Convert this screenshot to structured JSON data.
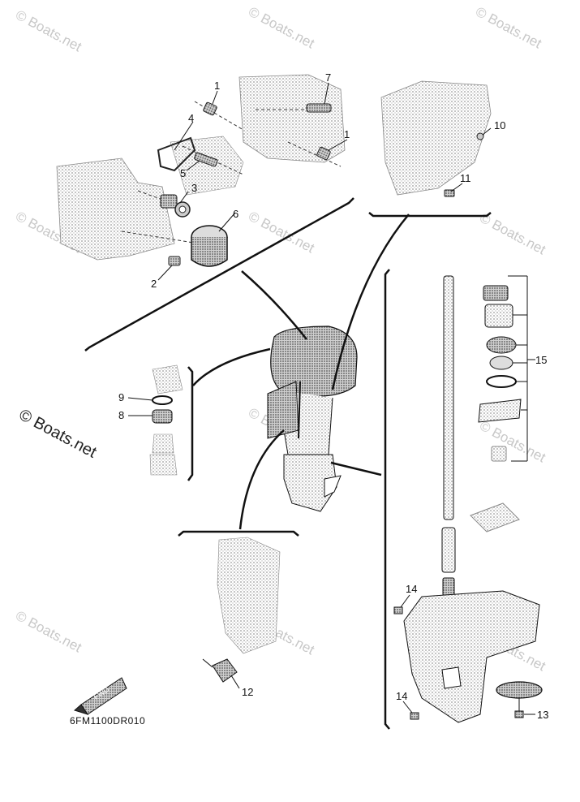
{
  "diagram_code": "6FM1100DR010",
  "direction_mark": "FWD",
  "watermark": "© Boats.net",
  "callouts": {
    "c1a": "1",
    "c1b": "1",
    "c2": "2",
    "c3": "3",
    "c4": "4",
    "c5": "5",
    "c6": "6",
    "c7": "7",
    "c8": "8",
    "c9": "9",
    "c10": "10",
    "c11": "11",
    "c12": "12",
    "c13": "13",
    "c14a": "14",
    "c14b": "14",
    "c15": "15"
  }
}
